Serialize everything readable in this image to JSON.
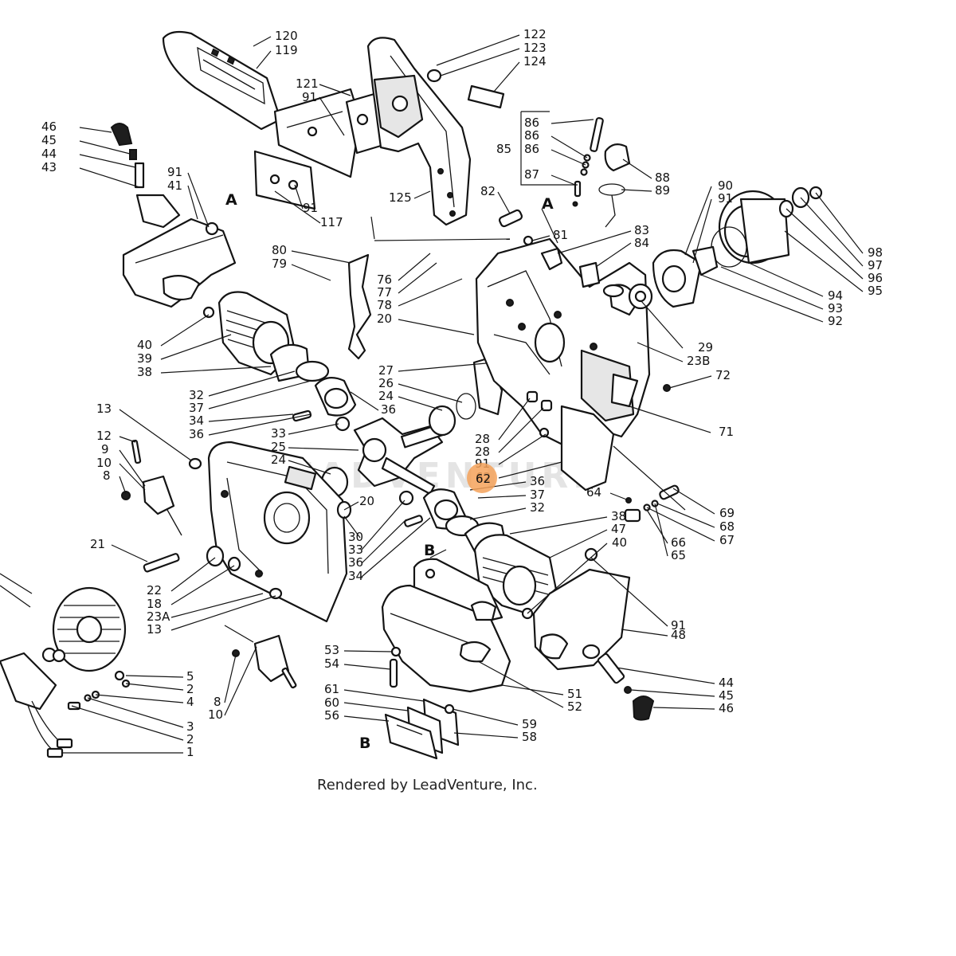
{
  "diagram": {
    "credit": "Rendered by LeadVenture, Inc.",
    "watermark": "LEADVENTURE",
    "ref_labels": [
      "A",
      "A",
      "B",
      "B"
    ],
    "labels": [
      "120",
      "119",
      "122",
      "123",
      "124",
      "121",
      "91",
      "46",
      "45",
      "44",
      "43",
      "91",
      "41",
      "91",
      "117",
      "125",
      "86",
      "86",
      "85",
      "86",
      "87",
      "88",
      "89",
      "90",
      "91",
      "82",
      "81",
      "83",
      "84",
      "98",
      "97",
      "96",
      "95",
      "94",
      "93",
      "92",
      "80",
      "79",
      "76",
      "77",
      "78",
      "20",
      "40",
      "39",
      "38",
      "29",
      "23B",
      "27",
      "26",
      "24",
      "72",
      "32",
      "37",
      "34",
      "36",
      "36",
      "71",
      "13",
      "33",
      "25",
      "28",
      "28",
      "12",
      "9",
      "10",
      "8",
      "24",
      "91",
      "62",
      "36",
      "64",
      "69",
      "68",
      "67",
      "20",
      "37",
      "32",
      "21",
      "30",
      "38",
      "47",
      "66",
      "65",
      "40",
      "33",
      "36",
      "34",
      "22",
      "18",
      "23A",
      "13",
      "91",
      "48",
      "5",
      "2",
      "4",
      "3",
      "2",
      "1",
      "53",
      "54",
      "51",
      "52",
      "44",
      "45",
      "46",
      "8",
      "10",
      "61",
      "60",
      "56",
      "59",
      "58"
    ],
    "hotspot_label": "62"
  }
}
